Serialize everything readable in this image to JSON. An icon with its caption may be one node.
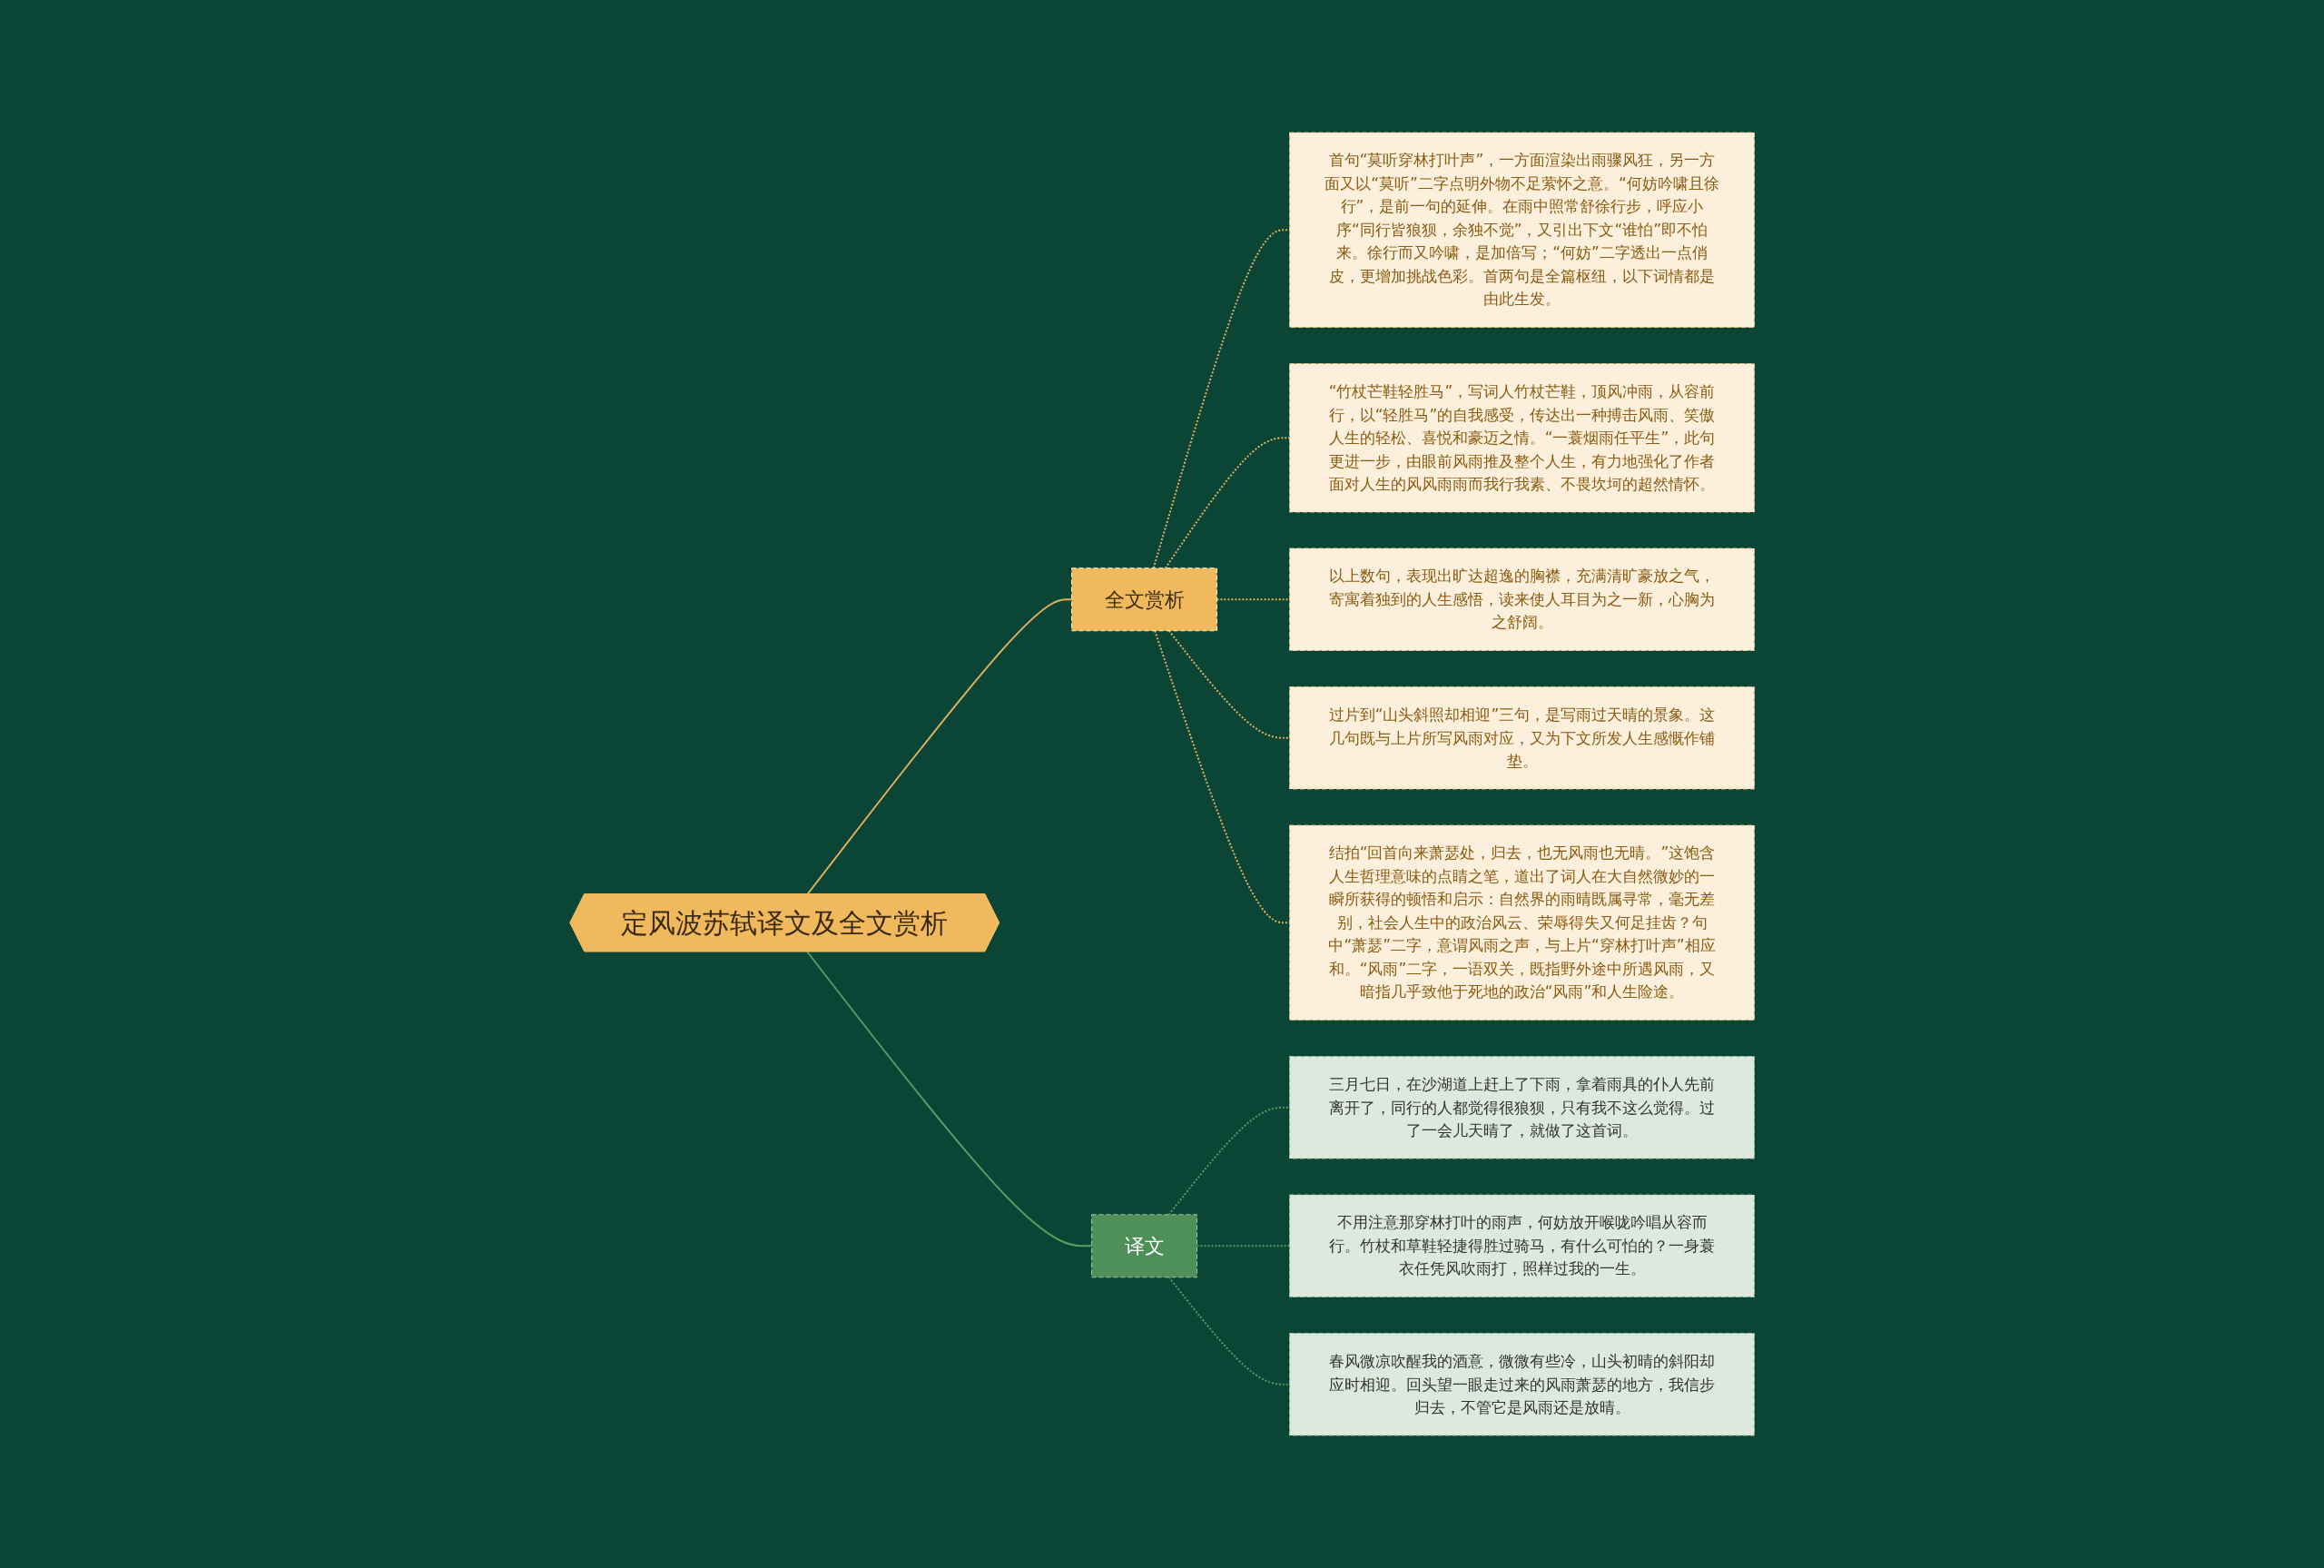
{
  "diagram": {
    "nodes": [
      {
        "text": [
          "定风波苏轼译文及全文赏析"
        ]
      },
      {
        "text": [
          "全文赏析"
        ]
      },
      {
        "text": [
          "首句“莫听穿林打叶声”，一方面渲染出雨骤风狂，另一方面又以“莫听”二字点明外物不足萦怀之意。“何妨吟啸且徐行”，是前一句的延伸。在雨中照常舒徐行步，呼应小序“同行皆狼狈，余独不觉”，又引出下文“谁怕”即不怕来。徐行而又吟啸，是加倍写；“何妨”二字透出一点俏皮，更增加挑战色彩。首两句是全篇枢纽，以下词情都是由此生发。"
        ]
      },
      {
        "text": [
          "“竹杖芒鞋轻胜马”，写词人竹杖芒鞋，顶风冲雨，从容前行，以“轻胜马”的自我感受，传达出一种搏击风雨、笑傲人生的轻松、喜悦和豪迈之情。“一蓑烟雨任平生”，此句更进一步，由眼前风雨推及整个人生，有力地强化了作者面对人生的风风雨雨而我行我素、不畏坎坷的超然情怀。"
        ]
      },
      {
        "text": [
          "以上数句，表现出旷达超逸的胸襟，充满清旷豪放之气，寄寓着独到的人生感悟，读来使人耳目为之一新，心胸为之舒阔。"
        ]
      },
      {
        "text": [
          "过片到“山头斜照却相迎”三句，是写雨过天晴的景象。这几句既与上片所写风雨对应，又为下文所发人生感慨作铺垫。"
        ]
      },
      {
        "text": [
          "结拍“回首向来萧瑟处，归去，也无风雨也无晴。”这饱含人生哲理意味的点睛之笔，道出了词人在大自然微妙的一瞬所获得的顿悟和启示：自然界的雨晴既属寻常，毫无差别，社会人生中的政治风云、荣辱得失又何足挂齿？句中“萧瑟”二字，意谓风雨之声，与上片“穿林打叶声”相应和。“风雨”二字，一语双关，既指野外途中所遇风雨，又暗指几乎致他于死地的政治“风雨”和人生险途。"
        ]
      },
      {
        "text": [
          "译文"
        ]
      },
      {
        "text": [
          "三月七日，在沙湖道上赶上了下雨，拿着雨具的仆人先前离开了，同行的人都觉得很狼狈，只有我不这么觉得。过了一会儿天晴了，就做了这首词。"
        ]
      },
      {
        "text": [
          "不用注意那穿林打叶的雨声，何妨放开喉咙吟唱从容而行。竹杖和草鞋轻捷得胜过骑马，有什么可怕的？一身蓑衣任凭风吹雨打，照样过我的一生。"
        ]
      },
      {
        "text": [
          "春风微凉吹醒我的酒意，微微有些冷，山头初晴的斜阳却应时相迎。回头望一眼走过来的风雨萧瑟的地方，我信步归去，不管它是风雨还是放晴。"
        ]
      }
    ],
    "edges": [
      {
        "from": 0,
        "to": 1,
        "arrow": "none"
      },
      {
        "from": 1,
        "to": 2,
        "arrow": "none",
        "style": "dashed"
      },
      {
        "from": 1,
        "to": 3,
        "arrow": "none",
        "style": "dashed"
      },
      {
        "from": 1,
        "to": 4,
        "arrow": "none",
        "style": "dashed"
      },
      {
        "from": 1,
        "to": 5,
        "arrow": "none",
        "style": "dashed"
      },
      {
        "from": 1,
        "to": 6,
        "arrow": "none",
        "style": "dashed"
      },
      {
        "from": 0,
        "to": 7,
        "arrow": "none",
        "color": "#5a9a64"
      },
      {
        "from": 7,
        "to": 8,
        "arrow": "none",
        "style": "dashed",
        "color": "#5a9a64"
      },
      {
        "from": 7,
        "to": 9,
        "arrow": "none",
        "style": "dashed",
        "color": "#5a9a64"
      },
      {
        "from": 7,
        "to": 10,
        "arrow": "none",
        "style": "dashed",
        "color": "#5a9a64"
      }
    ]
  }
}
